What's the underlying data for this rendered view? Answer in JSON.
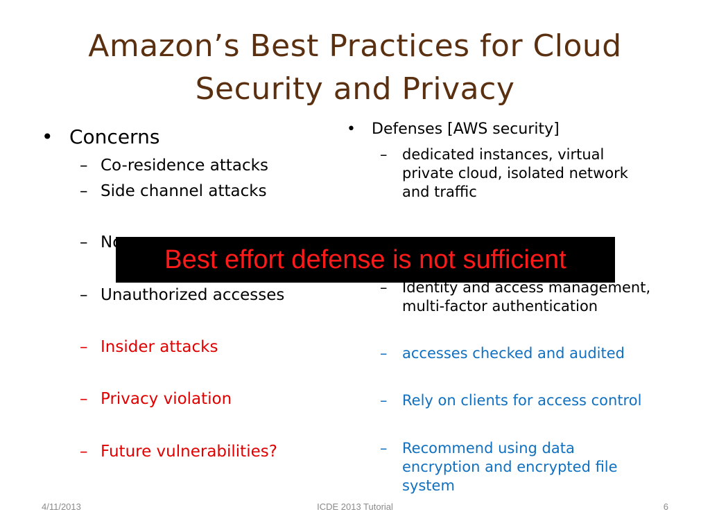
{
  "title": {
    "line1": "Amazon’s Best Practices for Cloud",
    "line2": "Security and Privacy"
  },
  "left": {
    "bullet": "Concerns",
    "items": [
      {
        "text": "Co-residence attacks"
      },
      {
        "text": "Side channel attacks"
      },
      {
        "text": "No"
      },
      {
        "text": "Unauthorized accesses"
      },
      {
        "text": "Insider attacks"
      },
      {
        "text": "Privacy violation"
      },
      {
        "text": "Future vulnerabilities?"
      }
    ]
  },
  "right": {
    "bullet": "Defenses [AWS security]",
    "items": [
      {
        "text": "dedicated instances, virtual private cloud, isolated network and traffic"
      },
      {
        "text": "Identity and access management, multi-factor authentication"
      },
      {
        "text": "accesses checked and audited"
      },
      {
        "text": "Rely on clients for access control"
      },
      {
        "text": "Recommend using data encryption and encrypted file system"
      }
    ]
  },
  "overlay": "Best effort defense is not sufficient",
  "footer": {
    "date": "4/11/2013",
    "center": "ICDE 2013 Tutorial",
    "page": "6"
  },
  "symbols": {
    "bullet": "•",
    "dash": "–"
  },
  "colors": {
    "title": "#5a3010",
    "highlight_red": "#e00000",
    "highlight_blue": "#1070c0",
    "overlay_bg": "#000000",
    "overlay_text": "#ff1a1a"
  }
}
